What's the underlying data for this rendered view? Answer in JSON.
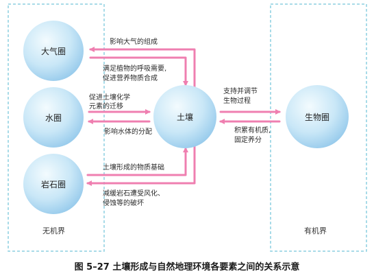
{
  "groups": {
    "inorganic": "无机界",
    "organic": "有机界"
  },
  "nodes": {
    "atmosphere": "大气圈",
    "hydrosphere": "水圈",
    "lithosphere": "岩石圈",
    "soil": "土壤",
    "biosphere": "生物圈"
  },
  "relations": {
    "soil_to_atmosphere": "影响大气的组成",
    "atmosphere_to_soil": [
      "满足植物的呼吸需要,",
      "促进营养物质合成"
    ],
    "hydro_to_soil": [
      "促进土壤化学",
      "元素的迁移"
    ],
    "soil_to_hydro": "影响水体的分配",
    "litho_to_soil": "土壤形成的物质基础",
    "soil_to_litho": [
      "减缓岩石遭受风化、",
      "侵蚀等的破坏"
    ],
    "soil_to_bio": [
      "支持并调节",
      "生物过程"
    ],
    "bio_to_soil": [
      "积累有机质,",
      "固定养分"
    ]
  },
  "caption": "图 5–27   土壤形成与自然地理环境各要素之间的关系示意",
  "colors": {
    "arrow": "#ef7fb0",
    "dashed_border": "#8ccfe0",
    "node_light": "#eef8fd",
    "node_dark": "#8fc6ea"
  }
}
